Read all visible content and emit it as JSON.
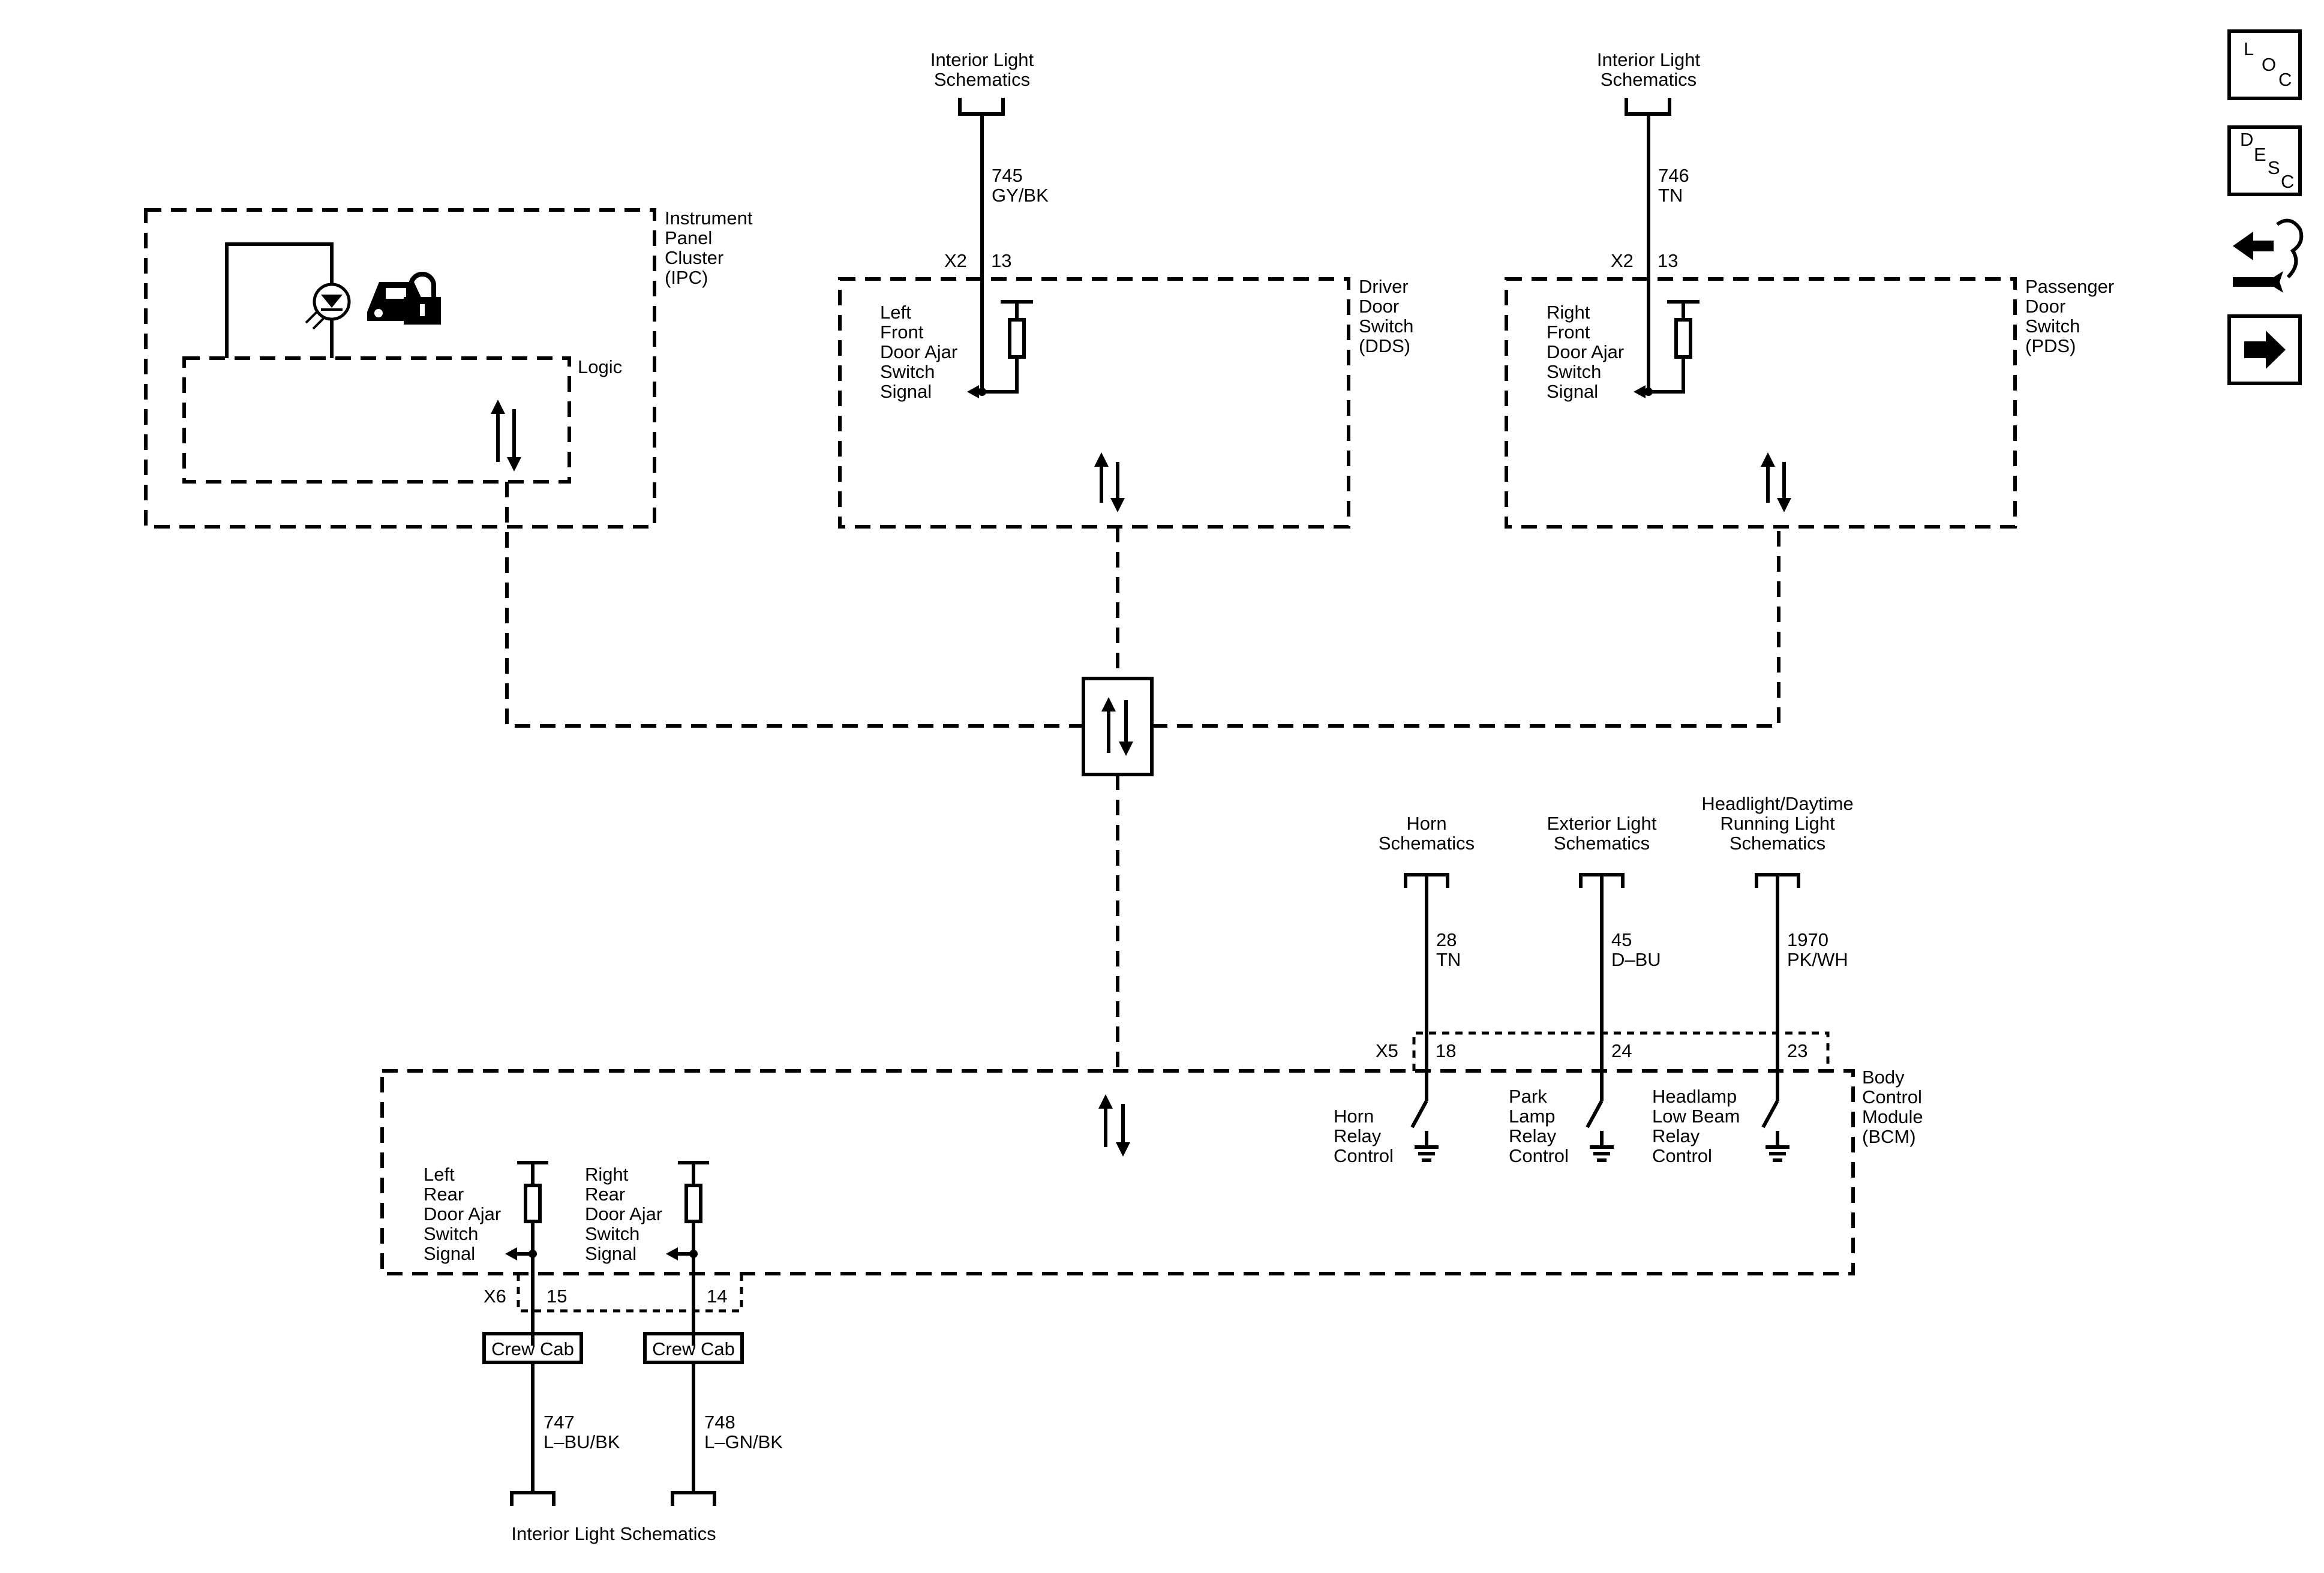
{
  "top_refs": {
    "ref_left": [
      "Interior Light",
      "Schematics"
    ],
    "ref_right": [
      "Interior Light",
      "Schematics"
    ]
  },
  "ipc": {
    "name": [
      "Instrument",
      "Panel",
      "Cluster",
      "(IPC)"
    ],
    "logic": "Logic"
  },
  "dds": {
    "name": [
      "Driver",
      "Door",
      "Switch",
      "(DDS)"
    ],
    "circuit": "745",
    "wire": "GY/BK",
    "connector": "X2",
    "pin": "13",
    "signal": [
      "Left",
      "Front",
      "Door Ajar",
      "Switch",
      "Signal"
    ]
  },
  "pds": {
    "name": [
      "Passenger",
      "Door",
      "Switch",
      "(PDS)"
    ],
    "circuit": "746",
    "wire": "TN",
    "connector": "X2",
    "pin": "13",
    "signal": [
      "Right",
      "Front",
      "Door Ajar",
      "Switch",
      "Signal"
    ]
  },
  "bcm": {
    "name": [
      "Body",
      "Control",
      "Module",
      "(BCM)"
    ],
    "connector_top": "X5",
    "outputs": [
      {
        "ref": [
          "Horn",
          "Schematics"
        ],
        "circuit": "28",
        "wire": "TN",
        "pin": "18",
        "label": [
          "Horn",
          "Relay",
          "Control"
        ]
      },
      {
        "ref": [
          "Exterior Light",
          "Schematics"
        ],
        "circuit": "45",
        "wire": "D–BU",
        "pin": "24",
        "label": [
          "Park",
          "Lamp",
          "Relay",
          "Control"
        ]
      },
      {
        "ref": [
          "Headlight/Daytime",
          "Running Light",
          "Schematics"
        ],
        "circuit": "1970",
        "wire": "PK/WH",
        "pin": "23",
        "label": [
          "Headlamp",
          "Low Beam",
          "Relay",
          "Control"
        ]
      }
    ],
    "connector_bottom": "X6",
    "inputs": [
      {
        "label": [
          "Left",
          "Rear",
          "Door Ajar",
          "Switch",
          "Signal"
        ],
        "pin": "15",
        "option": "Crew Cab",
        "circuit": "747",
        "wire": "L–BU/BK"
      },
      {
        "label": [
          "Right",
          "Rear",
          "Door Ajar",
          "Switch",
          "Signal"
        ],
        "pin": "14",
        "option": "Crew Cab",
        "circuit": "748",
        "wire": "L–GN/BK"
      }
    ]
  },
  "bottom_ref": "Interior Light Schematics",
  "side_icons": {
    "loc": [
      "L",
      "O",
      "C"
    ],
    "desc": [
      "D",
      "E",
      "S",
      "C"
    ],
    "icons": [
      "loc-icon",
      "desc-icon",
      "connector-tools-icon",
      "next-arrow-icon"
    ]
  }
}
